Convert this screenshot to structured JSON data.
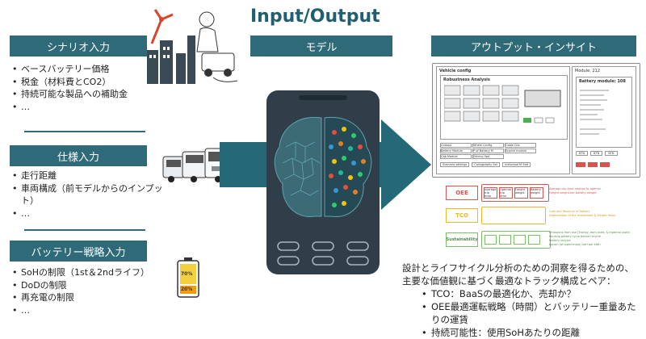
{
  "title": "Input/Output",
  "scenario": {
    "header": "シナリオ入力",
    "items": [
      "ベースバッテリー価格",
      "税金（材料費とCO2）",
      "持続可能な製品への補助金",
      "…"
    ]
  },
  "spec": {
    "header": "仕様入力",
    "items": [
      "走行距離",
      "車両構成（前モデルからのインプット）",
      "…"
    ]
  },
  "battery": {
    "header": "バッテリー戦略入力",
    "items": [
      "SoHの制限（1st＆2ndライフ）",
      "DoDの制限",
      "再充電の制限",
      "…"
    ],
    "icon_labels": {
      "upper": "70%",
      "lower": "20%"
    }
  },
  "model": {
    "header": "モデル"
  },
  "output": {
    "header": "アウトプット・インサイト",
    "screen": {
      "vehicle_config": "Vehicle config",
      "module_label": "Module: 212",
      "robustness": "Robustness Analysis",
      "battery_module": "Battery module: 108",
      "tabs": [
        "Chassis",
        "Wheel Config",
        "Cable Chs",
        "Battery Module",
        "P of Battery M",
        "Engine module",
        "Cab Module",
        "Driving Spd"
      ],
      "buttons": [
        "Scenario settings",
        "Cartography Set",
        "Individual M Sett"
      ],
      "side_buttons": [
        "BTN",
        "BTN",
        "BTN"
      ]
    },
    "kpis": [
      {
        "label": "OEE",
        "color": "#d9534f",
        "boxes": [
          "Average trip time",
          "Optimal trip time",
          "Freight weight",
          "Battery weight"
        ],
        "notes": [
          "Average trip time relative to optimal",
          "Freight weight per battery weight"
        ]
      },
      {
        "label": "TCO",
        "color": "#e8b923",
        "boxes": [],
        "notes": [
          "Cost and Revenue of Battery",
          "Depreciation of the Investment & Freight Value"
        ]
      },
      {
        "label": "Sustainability",
        "color": "#7bbf6a",
        "boxes": [
          "",
          "",
          "",
          ""
        ],
        "notes": [
          "Emissions from use (Energy, bom used, & material used)",
          "Reusing battery cycle before recycle",
          "Battery recycle",
          "Kgram (of lower mass) SoH per kWh"
        ]
      }
    ]
  },
  "bottom_text": {
    "intro": "設計とライフサイクル分析のための洞察を得るための、主要な価値観に基づく最適なトラック構成とペア：",
    "items": [
      "TCO：BaaSの最適化か、売却か？",
      "OEE最適運転戦略（時間）とバッテリー重量あたりの運賃",
      "持続可能性：使用SoHあたりの距離"
    ]
  },
  "colors": {
    "header": "#2e6a78",
    "arrow": "#256878",
    "phone": "#2f3e48"
  }
}
